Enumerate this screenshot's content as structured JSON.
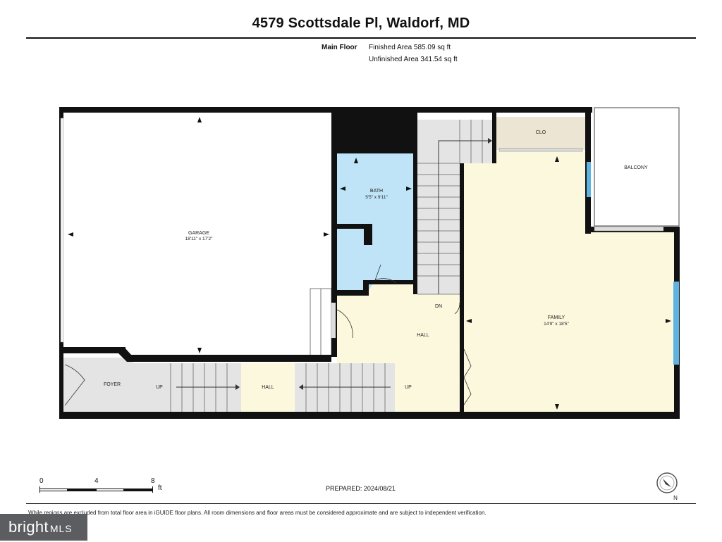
{
  "header": {
    "address": "4579 Scottsdale Pl, Waldorf, MD"
  },
  "area_summary": {
    "floor": "Main Floor",
    "finished": "Finished Area 585.09 sq ft",
    "unfinished": "Unfinished Area 341.54 sq ft"
  },
  "rooms": {
    "garage": {
      "name": "GARAGE",
      "dims": "18'11\" x 17'2\""
    },
    "bath": {
      "name": "BATH",
      "dims": "5'5\" x 9'11\""
    },
    "closet": {
      "name": "CLO"
    },
    "balcony": {
      "name": "BALCONY"
    },
    "hall_upper": {
      "name": "HALL"
    },
    "family": {
      "name": "FAMILY",
      "dims": "14'9\" x 18'5\""
    },
    "foyer": {
      "name": "FOYER"
    },
    "hall_lower": {
      "name": "HALL"
    }
  },
  "stair_labels": {
    "up_left": "UP",
    "up_right": "UP",
    "down": "DN"
  },
  "scale_bar": {
    "ticks": [
      "0",
      "4",
      "8"
    ],
    "unit": "ft"
  },
  "compass": {
    "label": "N"
  },
  "footer": {
    "prepared": "PREPARED: 2024/08/21",
    "disclaimer": "While regions are excluded from total floor area in iGUIDE floor plans. All room dimensions and floor areas must be considered approximate and are subject to independent verification."
  },
  "brand": {
    "name": "bright",
    "suffix": "MLS"
  },
  "colors": {
    "wall": "#111111",
    "bath": "#bfe3f7",
    "hall": "#fbf8de",
    "garage": "#ffffff",
    "unfinished": "#e4e4e4",
    "closet": "#ede5d3",
    "window": "#5fb3df"
  }
}
